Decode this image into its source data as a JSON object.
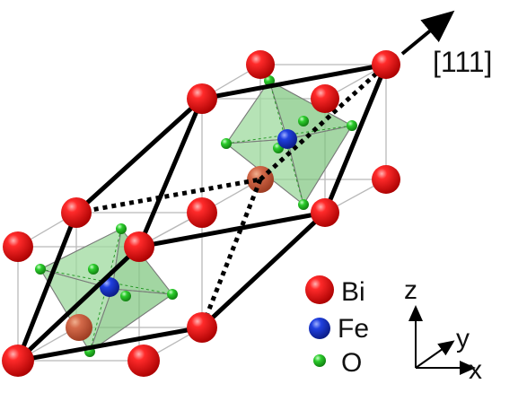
{
  "direction_label": "[111]",
  "legend": {
    "items": [
      {
        "label": "Bi",
        "color": "#e60000"
      },
      {
        "label": "Fe",
        "color": "#1530c8"
      },
      {
        "label": "O",
        "color": "#22c422"
      }
    ]
  },
  "axes": {
    "z": "z",
    "y": "y",
    "x": "x"
  },
  "colors": {
    "bi": "#e60000",
    "fe": "#1530c8",
    "o": "#22c422",
    "octahedron": "#8fd18f",
    "cell_edges": "#000000",
    "pseudocubic_edges": "#b9b9b9"
  }
}
